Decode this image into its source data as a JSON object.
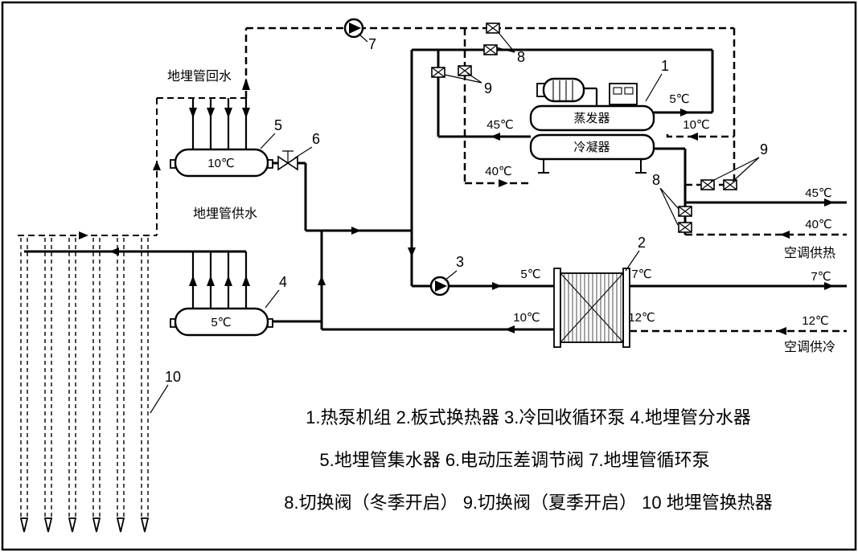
{
  "diagram": {
    "labels": {
      "ground_return": "地埋管回水",
      "ground_supply": "地埋管供水",
      "ac_heating": "空调供热",
      "ac_cooling": "空调供冷"
    },
    "equipment": {
      "evaporator": "蒸发器",
      "condenser": "冷凝器",
      "collector_temp": "10℃",
      "distributor_temp": "5℃"
    },
    "temperatures": {
      "hp_evap_out": "5℃",
      "hp_cond_out": "45℃",
      "hp_ground_in": "10℃",
      "hp_cond_in": "40℃",
      "supply_45": "45℃",
      "return_40": "40℃",
      "supply_7": "7℃",
      "return_12": "12℃",
      "hx_in_5": "5℃",
      "hx_out_10": "10℃",
      "hx_out_7": "7℃",
      "hx_in_12": "12℃"
    },
    "callouts": {
      "c1": "1",
      "c2": "2",
      "c3": "3",
      "c4": "4",
      "c5": "5",
      "c6": "6",
      "c7": "7",
      "c8": "8",
      "c9": "9",
      "c10": "10"
    },
    "legend": {
      "line1": "1.热泵机组  2.板式换热器  3.冷回收循环泵  4.地埋管分水器",
      "line2": "5.地埋管集水器  6.电动压差调节阀  7.地埋管循环泵",
      "line3": "8.切换阀（冬季开启）  9.切换阀（夏季开启）  10  地埋管换热器"
    }
  }
}
